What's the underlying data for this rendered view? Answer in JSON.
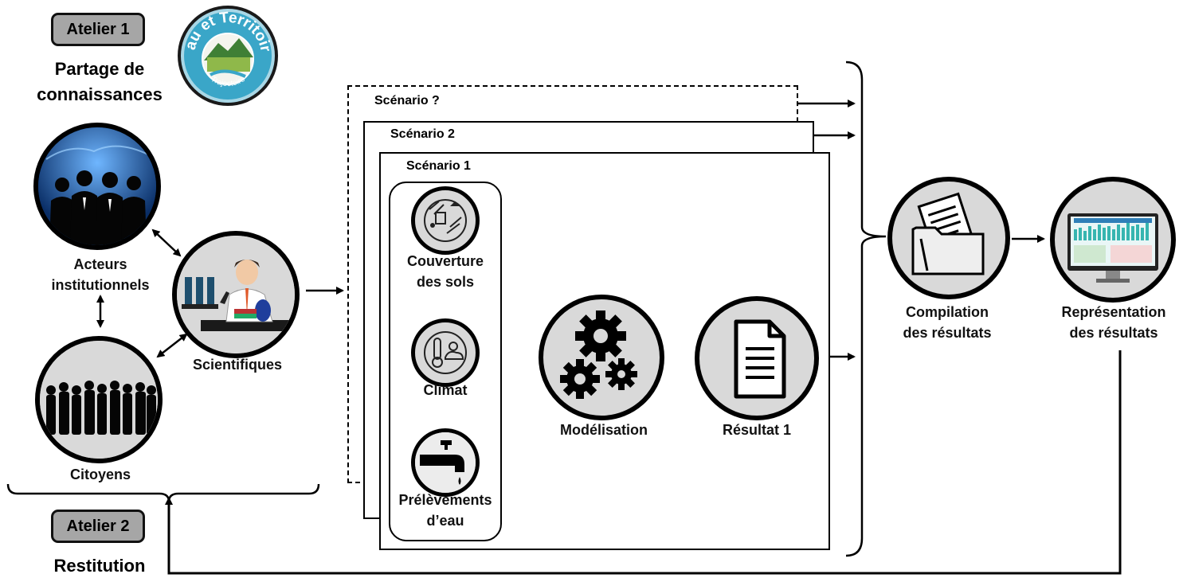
{
  "atelier1": {
    "badge": "Atelier 1",
    "subtitle_line1": "Partage de",
    "subtitle_line2": "connaissances"
  },
  "atelier2": {
    "badge": "Atelier 2",
    "subtitle": "Restitution"
  },
  "logo": {
    "arc_text": "Eau et Territoire",
    "bottom_text": "Trajectoire"
  },
  "actors": {
    "institutional_line1": "Acteurs",
    "institutional_line2": "institutionnels",
    "scientists": "Scientifiques",
    "citizens": "Citoyens"
  },
  "scenarios": {
    "unknown": "Scénario ?",
    "s2": "Scénario 2",
    "s1": "Scénario 1"
  },
  "inputs": {
    "land_cover_line1": "Couverture",
    "land_cover_line2": "des sols",
    "climate": "Climat",
    "water_line1": "Prélèvements",
    "water_line2": "d’eau"
  },
  "process": {
    "modeling": "Modélisation",
    "result": "Résultat 1"
  },
  "outputs": {
    "compilation_line1": "Compilation",
    "compilation_line2": "des résultats",
    "representation_line1": "Représentation",
    "representation_line2": "des résultats"
  },
  "colors": {
    "badge_fill": "#a6a6a6",
    "circle_fill": "#d9d9d9",
    "logo_ring": "#3aa6c8",
    "logo_fill": "#a8d7e6"
  }
}
